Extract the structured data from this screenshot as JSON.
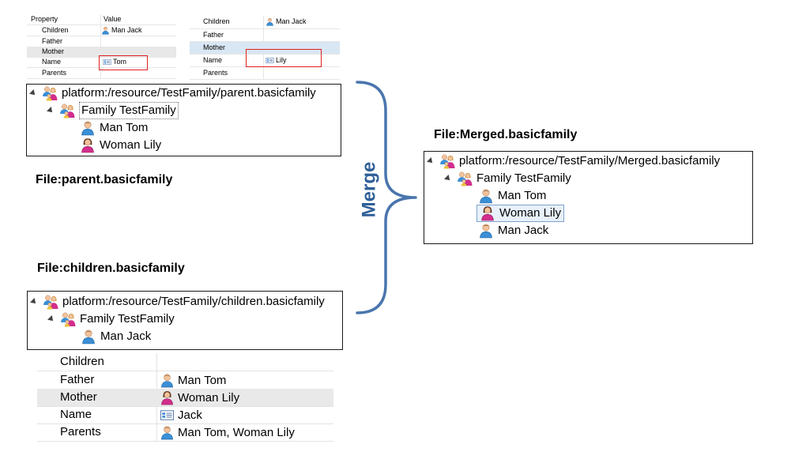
{
  "top_left_table": {
    "header_property": "Property",
    "header_value": "Value",
    "rows": [
      {
        "key": "Children",
        "value": "Man Jack",
        "icon": "man-icon"
      },
      {
        "key": "Father",
        "value": ""
      },
      {
        "key": "Mother",
        "value": ""
      },
      {
        "key": "Name",
        "value": "Tom",
        "icon": "name-field-icon"
      },
      {
        "key": "Parents",
        "value": ""
      }
    ]
  },
  "top_right_table": {
    "rows": [
      {
        "key": "Children",
        "value": "Man Jack",
        "icon": "man-icon"
      },
      {
        "key": "Father",
        "value": ""
      },
      {
        "key": "Mother",
        "value": ""
      },
      {
        "key": "Name",
        "value": "Lily",
        "icon": "name-field-icon"
      },
      {
        "key": "Parents",
        "value": ""
      }
    ]
  },
  "parent_tree": {
    "root": "platform:/resource/TestFamily/parent.basicfamily",
    "family": "Family TestFamily",
    "members": [
      "Man Tom",
      "Woman Lily"
    ]
  },
  "children_tree": {
    "root": "platform:/resource/TestFamily/children.basicfamily",
    "family": "Family TestFamily",
    "members": [
      "Man Jack"
    ]
  },
  "merged_tree": {
    "root": "platform:/resource/TestFamily/Merged.basicfamily",
    "family": "Family TestFamily",
    "members": [
      "Man Tom",
      "Woman Lily",
      "Man Jack"
    ]
  },
  "captions": {
    "parent": "File:parent.basicfamily",
    "children": "File:children.basicfamily",
    "merged": "File:Merged.basicfamily"
  },
  "merge_label": "Merge",
  "bottom_table": {
    "rows": [
      {
        "key": "Children",
        "value": ""
      },
      {
        "key": "Father",
        "value": "Man Tom",
        "icon": "man-icon"
      },
      {
        "key": "Mother",
        "value": "Woman Lily",
        "icon": "woman-icon"
      },
      {
        "key": "Name",
        "value": "Jack",
        "icon": "name-field-icon"
      },
      {
        "key": "Parents",
        "value": "Man Tom, Woman Lily",
        "icon": "man-icon"
      }
    ]
  },
  "colors": {
    "brace": "#4a75ad",
    "merge_text": "#2f5f98",
    "highlight_box": "#e02020",
    "selection": "#d9e6f3"
  }
}
